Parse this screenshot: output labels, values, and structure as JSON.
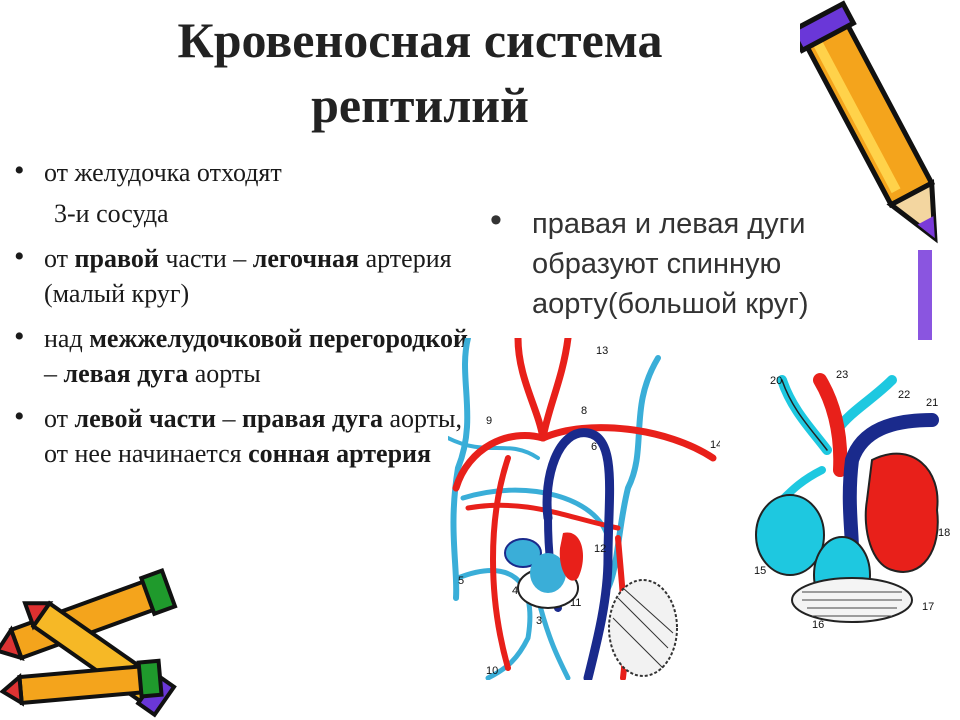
{
  "title": {
    "line1": "Кровеносная система",
    "line2": "рептилий"
  },
  "bullets": [
    {
      "p1": "от желудочка отходят",
      "cont": "3-и сосуда"
    },
    {
      "p1": "от ",
      "b1": "правой",
      "p2": " части – ",
      "b2": "легочная",
      "p3": " артерия (малый круг)"
    },
    {
      "p1": "над ",
      "b1": "межжелудочковой перегородкой",
      "p2": " – ",
      "b2": "левая дуга",
      "p3": " аорты"
    },
    {
      "p1": "от ",
      "b1": "левой части",
      "p2": " – ",
      "b2": "правая дуга",
      "p3": " аорты, от нее начинается ",
      "b3": "сонная артерия"
    }
  ],
  "right_bullet": "правая и левая дуги образуют спинную аорту(большой круг)",
  "diagram_left": {
    "labels": [
      "13",
      "9",
      "8",
      "6",
      "14",
      "5",
      "4",
      "3",
      "11",
      "12",
      "10"
    ]
  },
  "diagram_right": {
    "labels": [
      "20",
      "23",
      "22",
      "21",
      "18",
      "15",
      "16",
      "17"
    ]
  },
  "colors": {
    "artery": "#e8201a",
    "vein": "#3aaed8",
    "dark_vessel": "#1a2a8c",
    "heart_right": "#1ec8e0"
  }
}
